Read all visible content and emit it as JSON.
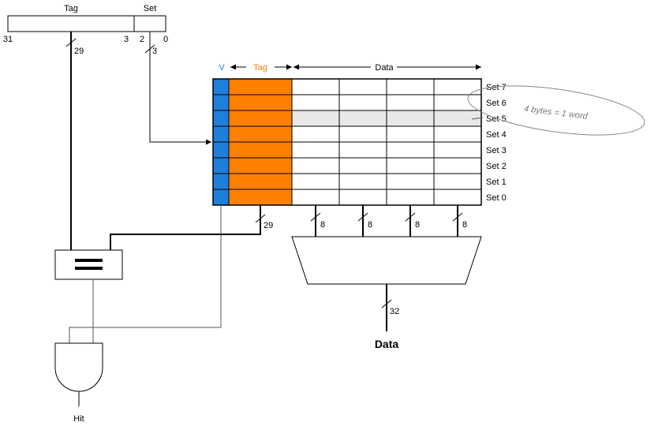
{
  "address": {
    "tag_label": "Tag",
    "set_label": "Set",
    "bit_31": "31",
    "bit_3": "3",
    "bit_2": "2",
    "bit_0": "0",
    "tag_width": "29",
    "set_width": "3"
  },
  "cache": {
    "valid_label": "V",
    "tag_label": "Tag",
    "data_label": "Data",
    "sets": [
      "Set 7",
      "Set 6",
      "Set 5",
      "Set 4",
      "Set 3",
      "Set 2",
      "Set 1",
      "Set 0"
    ],
    "highlighted_set": "Set 5",
    "tag_out_width": "29",
    "byte_widths": [
      "8",
      "8",
      "8",
      "8"
    ],
    "mux_out_width": "32",
    "output_label": "Data"
  },
  "annotation": {
    "word_note": "4 bytes = 1 word"
  },
  "gate": {
    "hit_label": "Hit"
  },
  "colors": {
    "valid": "#1e7fdc",
    "tag": "#ff7f00",
    "highlight": "#e8e8e8"
  }
}
